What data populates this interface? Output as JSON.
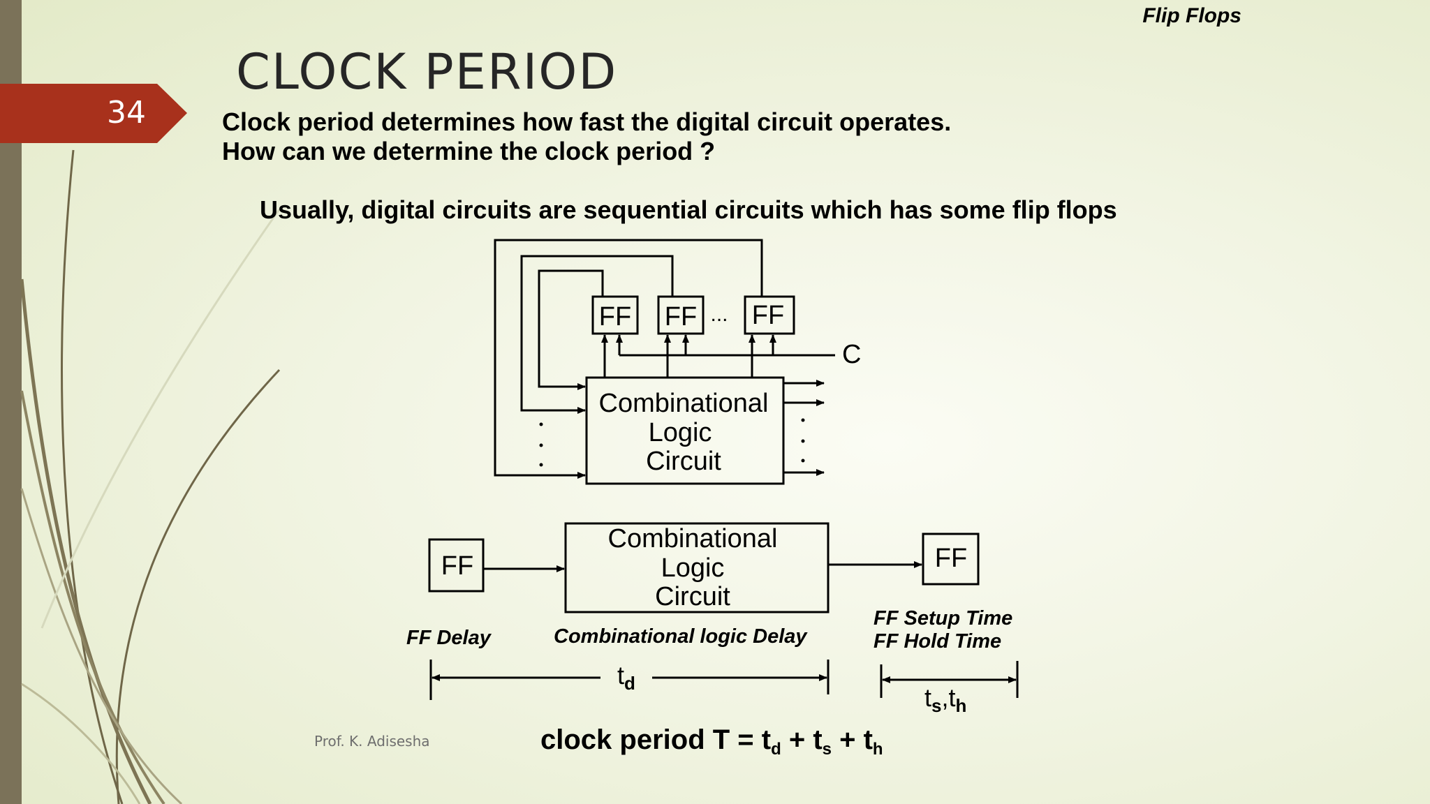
{
  "header_label": "Flip Flops",
  "slide_number": "34",
  "title": "CLOCK  PERIOD",
  "intro_lines": [
    "Clock period determines how fast the digital circuit operates.",
    "How can we determine the clock period ?"
  ],
  "lead_text": "Usually, digital circuits are sequential circuits which has some flip flops",
  "top_diagram": {
    "ff_labels": [
      "FF",
      "FF",
      "FF"
    ],
    "ellipsis": "...",
    "clock_label": "C",
    "logic_lines": [
      "Combinational",
      "Logic",
      "Circuit"
    ]
  },
  "bottom_diagram": {
    "ff_left": "FF",
    "ff_right": "FF",
    "logic_lines": [
      "Combinational",
      "Logic",
      "Circuit"
    ],
    "label_ff_delay": "FF Delay",
    "label_comb_delay": "Combinational logic Delay",
    "label_setup": "FF Setup Time",
    "label_hold": "FF Hold Time",
    "td_main": "t",
    "td_sub": "d",
    "ts_main": "t",
    "ts_sub": "s",
    "th_comma": ",",
    "th_main": "t",
    "th_sub": "h"
  },
  "formula": {
    "prefix": "clock period T = t",
    "sub_d": "d",
    "plus1": " + t",
    "sub_s": "s",
    "plus2": " + t",
    "sub_h": "h"
  },
  "footer": "Prof. K. Adisesha",
  "colors": {
    "accent": "#a8311c",
    "bar": "#7b7259",
    "leaf": "#6f6648"
  }
}
